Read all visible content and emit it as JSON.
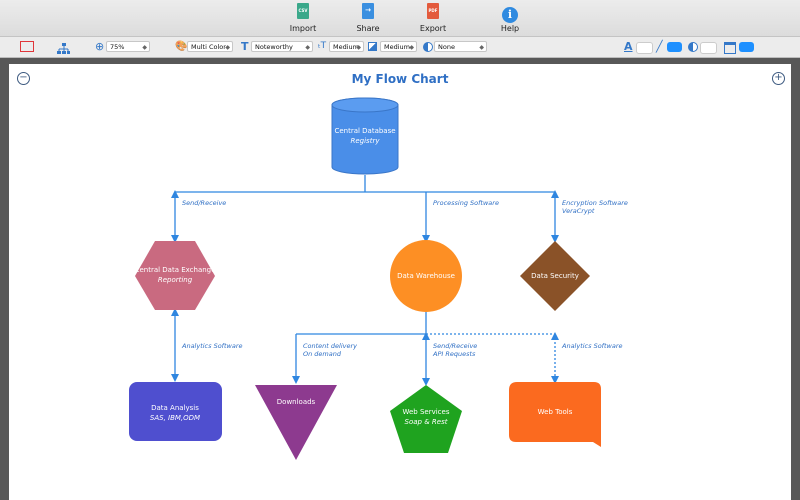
{
  "toolbar": {
    "buttons": [
      {
        "label": "Import",
        "icon": "csv-file-icon",
        "glyph": "CSV",
        "color": "#3aa88a"
      },
      {
        "label": "Share",
        "icon": "share-file-icon",
        "glyph": "→",
        "color": "#3a8fe0"
      },
      {
        "label": "Export",
        "icon": "pdf-file-icon",
        "glyph": "PDF",
        "color": "#e35a3c"
      },
      {
        "label": "Help",
        "icon": "info-icon",
        "glyph": "i",
        "color": "#2f8ae0"
      }
    ]
  },
  "format_bar": {
    "zoom": "75%",
    "color_scheme": "Multi Color",
    "font": "Noteworthy",
    "font_size": "Medium",
    "line_width": "Medium",
    "shadow": "None",
    "accent_color": "#1e90ff"
  },
  "diagram": {
    "title": "My Flow Chart",
    "nodes": [
      {
        "id": "db",
        "shape": "cylinder",
        "color": "#4a8ee8",
        "line1": "Central Database",
        "line2": "Registry"
      },
      {
        "id": "exchange",
        "shape": "hexagon",
        "color": "#c96a80",
        "line1": "Central Data Exchange",
        "line2": "Reporting"
      },
      {
        "id": "warehouse",
        "shape": "circle",
        "color": "#fd8f24",
        "line1": "Data Warehouse",
        "line2": ""
      },
      {
        "id": "security",
        "shape": "diamond",
        "color": "#8a5228",
        "line1": "Data Security",
        "line2": ""
      },
      {
        "id": "analysis",
        "shape": "rounded-rect",
        "color": "#4f4fcf",
        "line1": "Data Analysis",
        "line2": "SAS, IBM,ODM"
      },
      {
        "id": "downloads",
        "shape": "triangle-down",
        "color": "#8d3a8f",
        "line1": "Downloads",
        "line2": ""
      },
      {
        "id": "webservices",
        "shape": "pentagon",
        "color": "#1fa31f",
        "line1": "Web Services",
        "line2": "Soap & Rest"
      },
      {
        "id": "webtools",
        "shape": "callout-rect",
        "color": "#fb6a1f",
        "line1": "Web Tools",
        "line2": ""
      }
    ],
    "edge_labels": [
      {
        "id": "send-receive",
        "line1": "Send/Receive",
        "line2": ""
      },
      {
        "id": "processing",
        "line1": "Processing Software",
        "line2": ""
      },
      {
        "id": "encryption",
        "line1": "Encryption Software",
        "line2": "VeraCrypt"
      },
      {
        "id": "analytics-left",
        "line1": "Analytics Software",
        "line2": ""
      },
      {
        "id": "content-delivery",
        "line1": "Content delivery",
        "line2": "On demand"
      },
      {
        "id": "api-requests",
        "line1": "Send/Receive",
        "line2": "API Requests"
      },
      {
        "id": "analytics-right",
        "line1": "Analytics Software",
        "line2": ""
      }
    ],
    "connector_color": "#2f86e0"
  }
}
